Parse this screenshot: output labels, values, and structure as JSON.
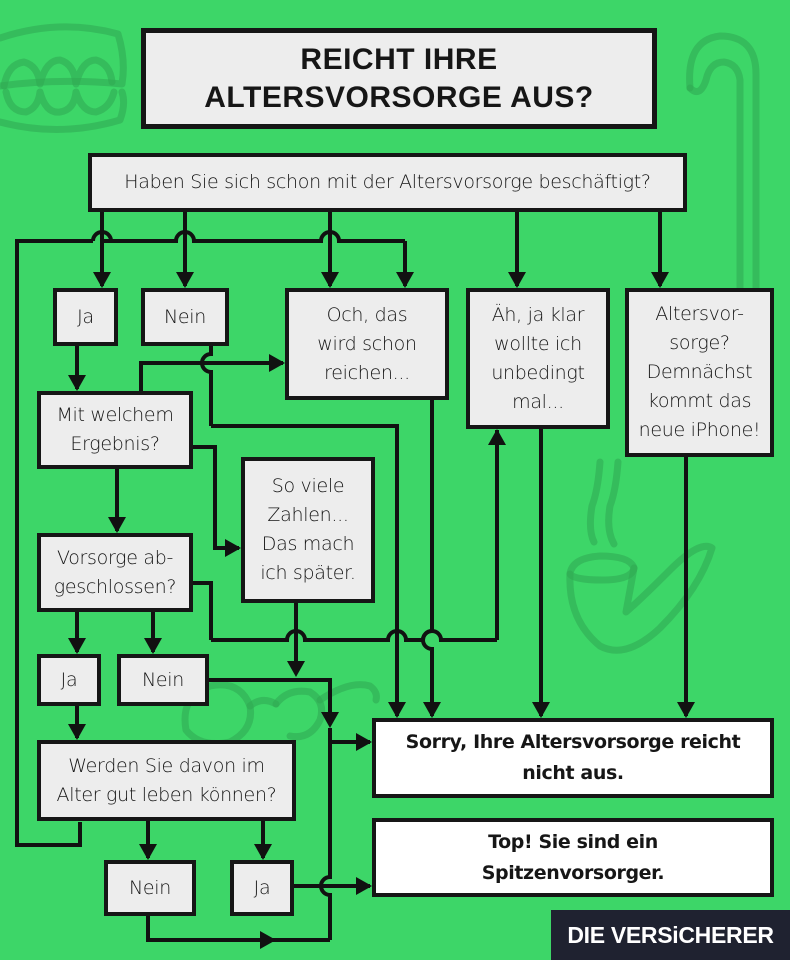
{
  "title": "REICHT IHRE\nALTERSVORSORGE AUS?",
  "question": "Haben Sie sich schon mit der Altersvorsorge beschäftigt?",
  "answers_level1": {
    "ja": "Ja",
    "nein": "Nein",
    "och": "Och, das\nwird schon\nreichen...",
    "aeh": "Äh, ja klar\nwollte ich\nunbedingt\nmal...",
    "iphone": "Altersvor-\nsorge?\nDemnächst\nkommt das\nneue iPhone!"
  },
  "ergebnis_question": "Mit welchem\nErgebnis?",
  "zahlen": "So viele\nZahlen...\nDas mach\nich später.",
  "vorsorge_question": "Vorsorge ab-\ngeschlossen?",
  "answers_level2": {
    "ja": "Ja",
    "nein": "Nein"
  },
  "leben_question": "Werden Sie davon im\nAlter gut leben können?",
  "answers_level3": {
    "nein": "Nein",
    "ja": "Ja"
  },
  "results": {
    "sorry": "Sorry, Ihre Altersvorsorge reicht\nnicht aus.",
    "top": "Top! Sie sind ein\nSpitzenvorsorger."
  },
  "brand": "DIE VERSiCHERER",
  "colors": {
    "background": "#3dd668",
    "box": "#ededed",
    "result_box": "#ffffff",
    "line": "#111111",
    "brand_bg": "#1f2230"
  },
  "decorations": [
    "dentures-icon",
    "walking-cane-icon",
    "pipe-icon",
    "glasses-icon"
  ]
}
